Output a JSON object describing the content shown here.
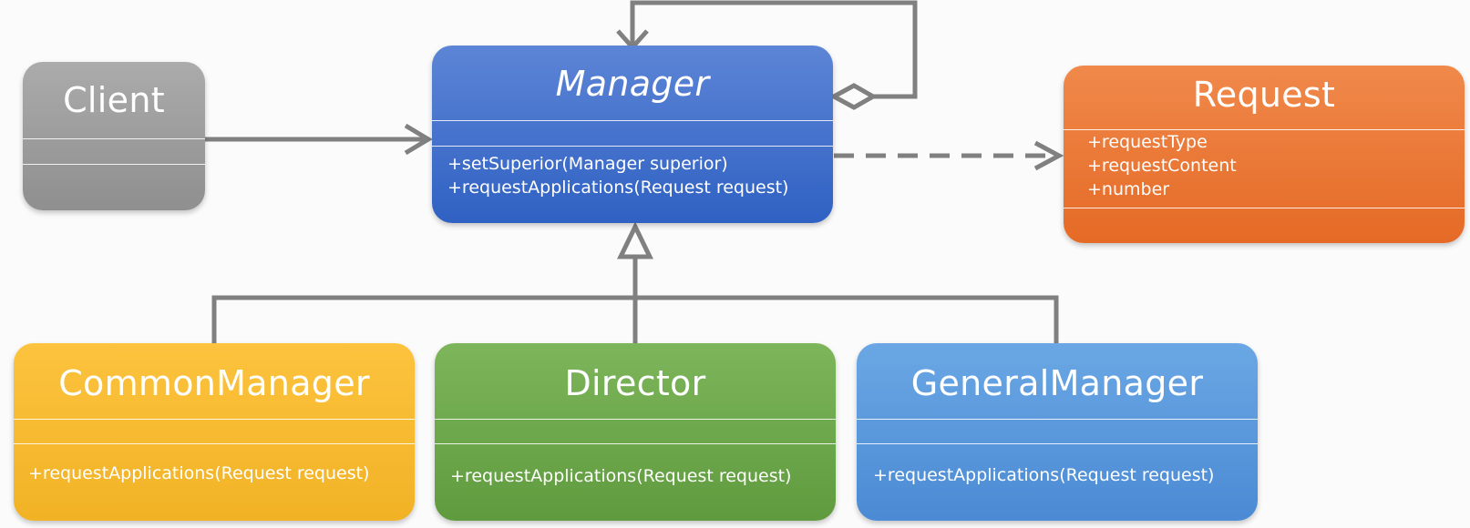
{
  "classes": {
    "client": {
      "name": "Client",
      "members": []
    },
    "manager": {
      "name": "Manager",
      "members": [
        "+setSuperior(Manager superior)",
        "+requestApplications(Request request)"
      ]
    },
    "request": {
      "name": "Request",
      "members": [
        "+requestType",
        "+requestContent",
        "+number"
      ]
    },
    "common_manager": {
      "name": "CommonManager",
      "members": [
        "+requestApplications(Request request)"
      ]
    },
    "director": {
      "name": "Director",
      "members": [
        "+requestApplications(Request request)"
      ]
    },
    "general_manager": {
      "name": "GeneralManager",
      "members": [
        "+requestApplications(Request request)"
      ]
    }
  },
  "relations": [
    {
      "type": "association",
      "from": "Client",
      "to": "Manager"
    },
    {
      "type": "aggregation",
      "from": "Manager",
      "to": "Manager"
    },
    {
      "type": "dependency",
      "from": "Manager",
      "to": "Request"
    },
    {
      "type": "generalization",
      "from": "CommonManager",
      "to": "Manager"
    },
    {
      "type": "generalization",
      "from": "Director",
      "to": "Manager"
    },
    {
      "type": "generalization",
      "from": "GeneralManager",
      "to": "Manager"
    }
  ],
  "colors": {
    "client": "#9d9d9d",
    "manager": "#3f6fcb",
    "request": "#ea7a35",
    "common_manager": "#f8bb2f",
    "director": "#6ea84c",
    "general_manager": "#5a98dc",
    "connector": "#7f7f7f"
  }
}
